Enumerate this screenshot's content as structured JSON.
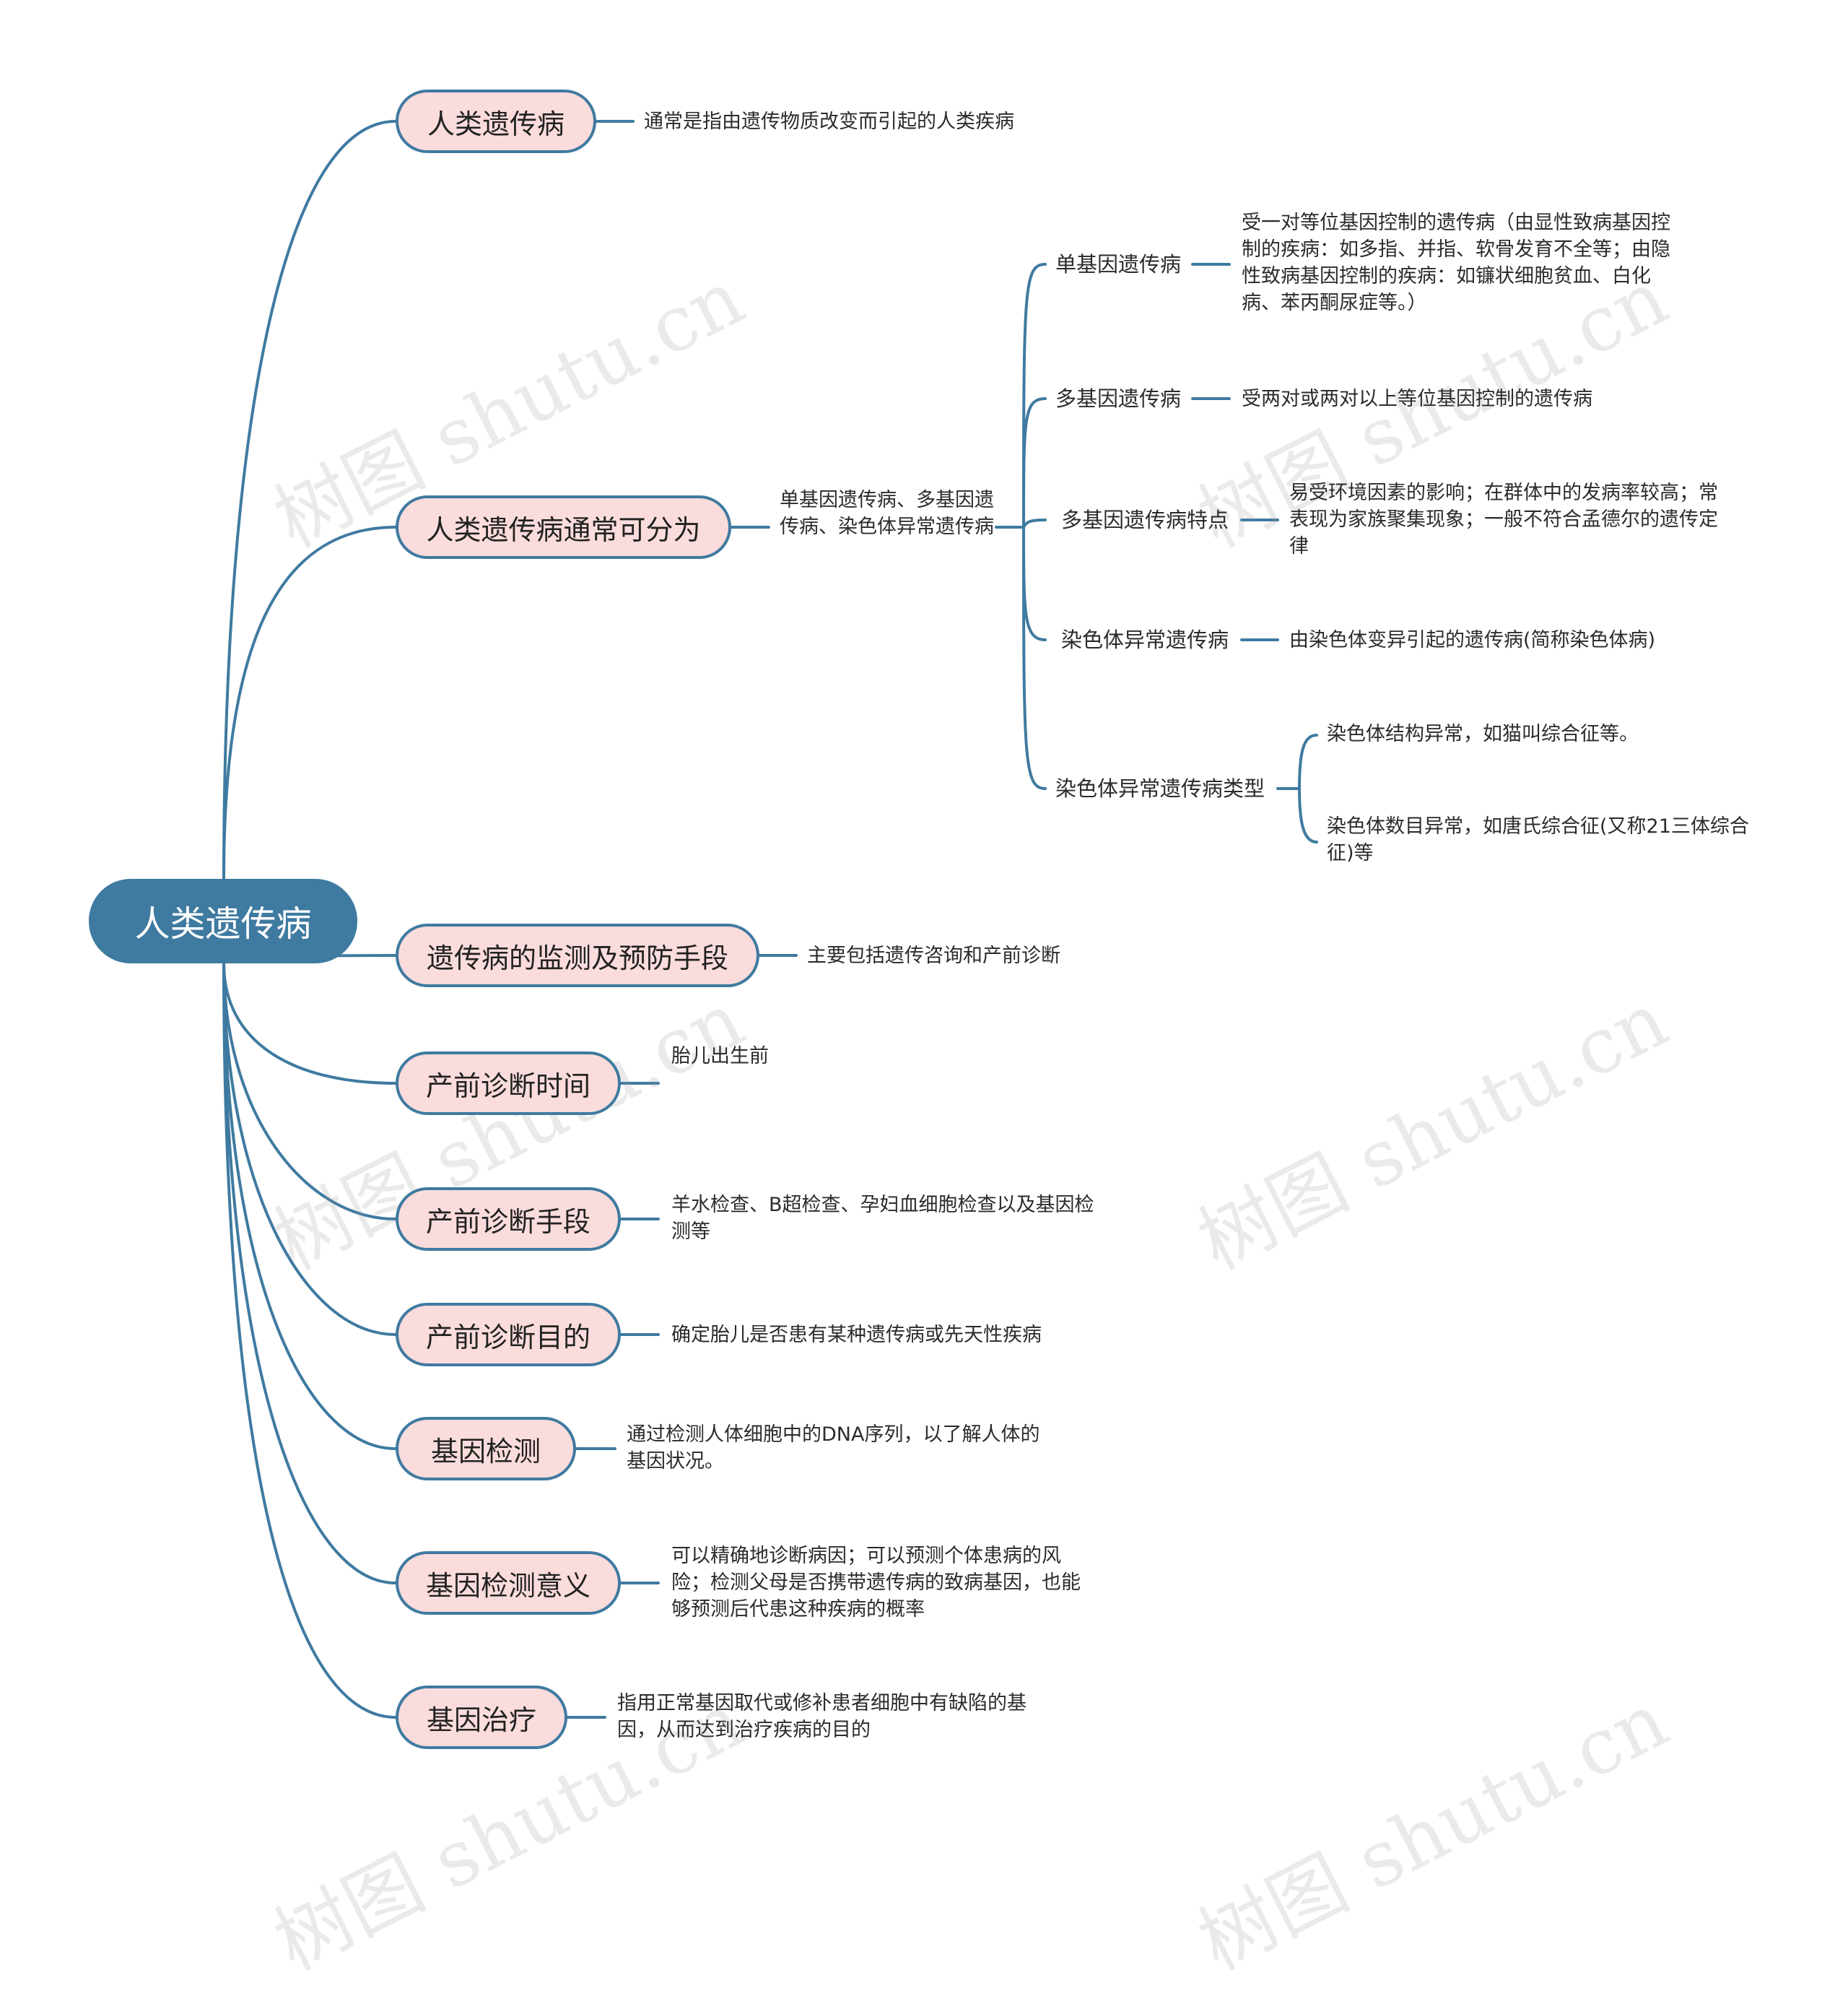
{
  "root": {
    "label": "人类遗传病"
  },
  "branches": [
    {
      "label": "人类遗传病",
      "desc": "通常是指由遗传物质改变而引起的人类疾病"
    },
    {
      "label": "人类遗传病通常可分为",
      "desc": "单基因遗传病、多基因遗传病、染色体异常遗传病",
      "children": [
        {
          "label": "单基因遗传病",
          "desc": "受一对等位基因控制的遗传病（由显性致病基因控制的疾病：如多指、并指、软骨发育不全等；由隐性致病基因控制的疾病：如镰状细胞贫血、白化病、苯丙酮尿症等。）"
        },
        {
          "label": "多基因遗传病",
          "desc": "受两对或两对以上等位基因控制的遗传病"
        },
        {
          "label": "多基因遗传病特点",
          "desc": "易受环境因素的影响；在群体中的发病率较高；常表现为家族聚集现象；一般不符合孟德尔的遗传定律"
        },
        {
          "label": "染色体异常遗传病",
          "desc": "由染色体变异引起的遗传病(简称染色体病)"
        },
        {
          "label": "染色体异常遗传病类型",
          "items": [
            "染色体结构异常，如猫叫综合征等。",
            "染色体数目异常，如唐氏综合征(又称21三体综合征)等"
          ]
        }
      ]
    },
    {
      "label": "遗传病的监测及预防手段",
      "desc": "主要包括遗传咨询和产前诊断"
    },
    {
      "label": "产前诊断时间",
      "desc": "胎儿出生前"
    },
    {
      "label": "产前诊断手段",
      "desc": "羊水检查、B超检查、孕妇血细胞检查以及基因检测等"
    },
    {
      "label": "产前诊断目的",
      "desc": "确定胎儿是否患有某种遗传病或先天性疾病"
    },
    {
      "label": "基因检测",
      "desc": "通过检测人体细胞中的DNA序列，以了解人体的基因状况。"
    },
    {
      "label": "基因检测意义",
      "desc": "可以精确地诊断病因；可以预测个体患病的风险；检测父母是否携带遗传病的致病基因，也能够预测后代患这种疾病的概率"
    },
    {
      "label": "基因治疗",
      "desc": "指用正常基因取代或修补患者细胞中有缺陷的基因，从而达到治疗疾病的目的"
    }
  ],
  "watermark": "树图 shutu.cn",
  "colors": {
    "line": "#3f7aa0",
    "root_fill": "#3f7aa0",
    "branch_fill": "#fbdcdc"
  }
}
